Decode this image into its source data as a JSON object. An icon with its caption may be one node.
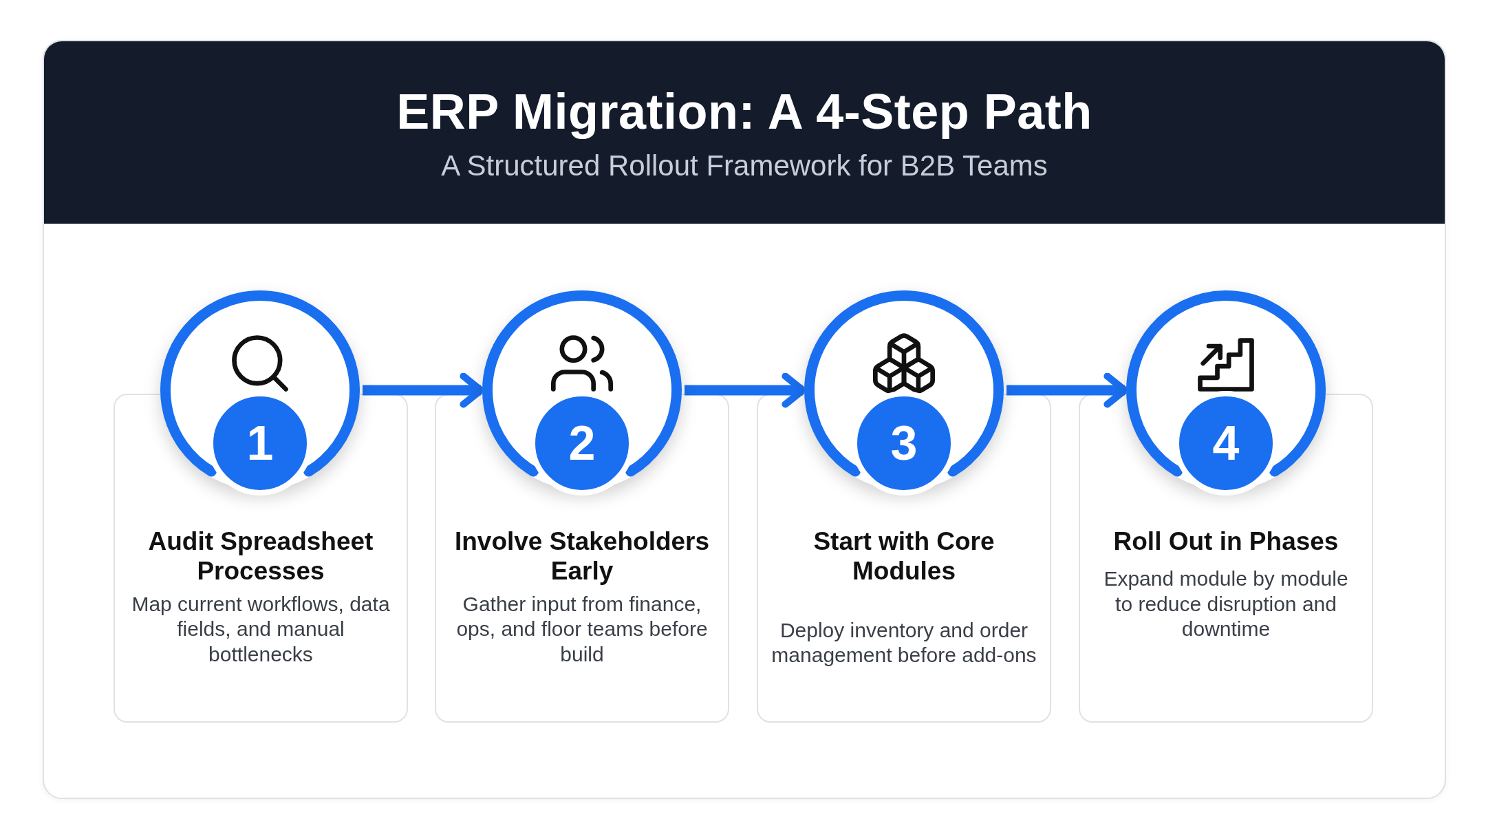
{
  "diagram": {
    "title": "ERP Migration: A 4-Step Path",
    "nodes": [
      {
        "text": [
          "1"
        ]
      },
      {
        "text": [
          "Audit Spreadsheet Processes",
          "Map current workflows, data fields, and manual bottlenecks"
        ]
      },
      {
        "text": [
          "2"
        ]
      },
      {
        "text": [
          "Involve Stakeholders Early",
          "Gather input from finance, ops, and floor teams before build"
        ]
      },
      {
        "text": [
          "3"
        ]
      },
      {
        "text": [
          "Start with Core Modules",
          "Deploy inventory and order management before add-ons"
        ]
      },
      {
        "text": [
          "4"
        ]
      },
      {
        "text": [
          "Roll Out in Phases",
          "Expand module by module to reduce disruption and downtime"
        ]
      }
    ],
    "edges": [
      {
        "from": 0,
        "to": 2,
        "arrow": "to"
      },
      {
        "from": 2,
        "to": 4,
        "arrow": "to"
      },
      {
        "from": 4,
        "to": 6,
        "arrow": "to"
      }
    ],
    "labels": [
      "A Structured Rollout Framework for B2B Teams"
    ]
  }
}
